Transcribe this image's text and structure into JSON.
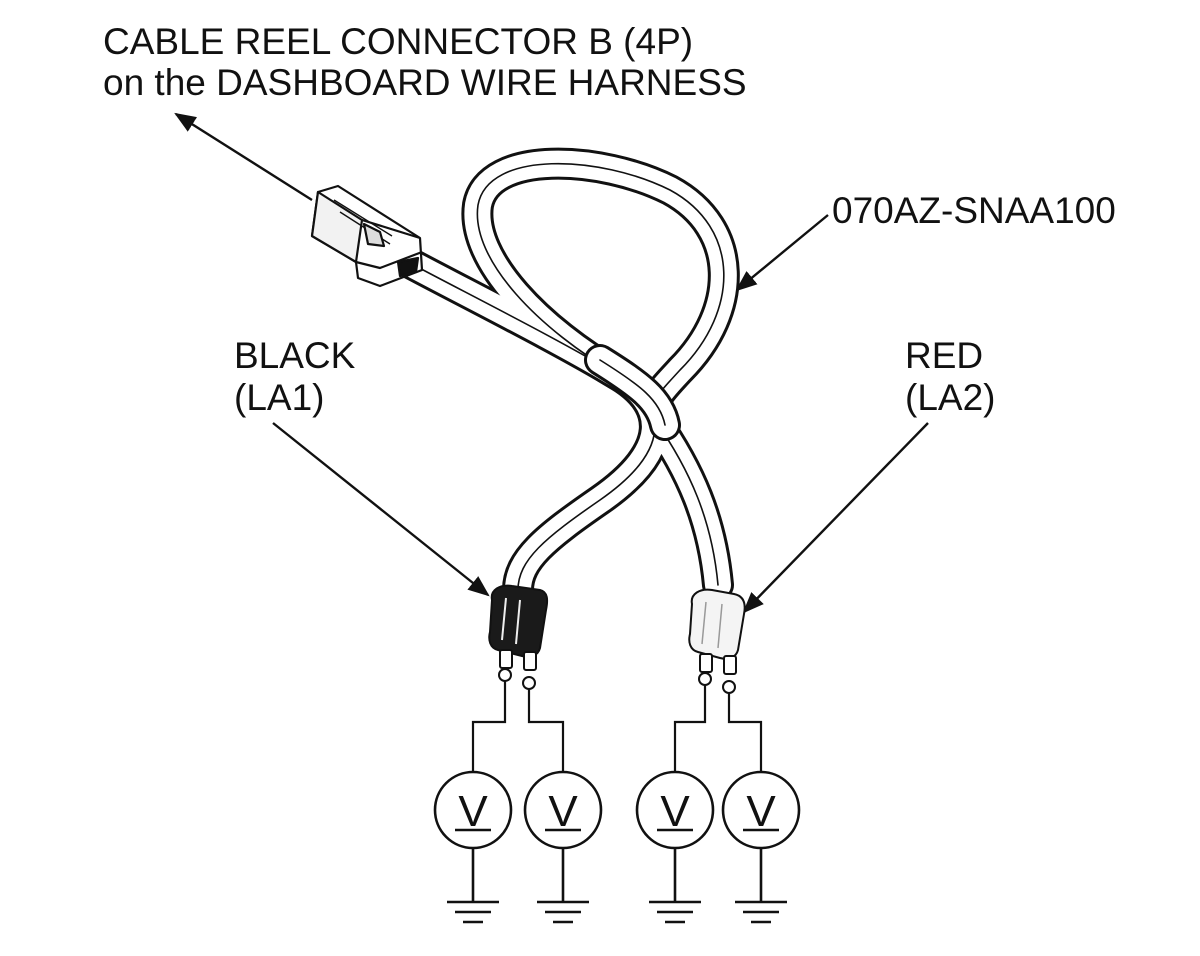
{
  "labels": {
    "connector_line1": "CABLE REEL CONNECTOR B (4P)",
    "connector_line2": "on the DASHBOARD WIRE HARNESS",
    "part_number": "070AZ-SNAA100",
    "black_color": "BLACK",
    "black_terminal": "(LA1)",
    "red_color": "RED",
    "red_terminal": "(LA2)"
  },
  "voltmeter_symbol": "V",
  "colors": {
    "ink": "#111111",
    "black_plug": "#1a1a1a",
    "red_plug": "#f4f4f4",
    "cable": "#ffffff"
  }
}
